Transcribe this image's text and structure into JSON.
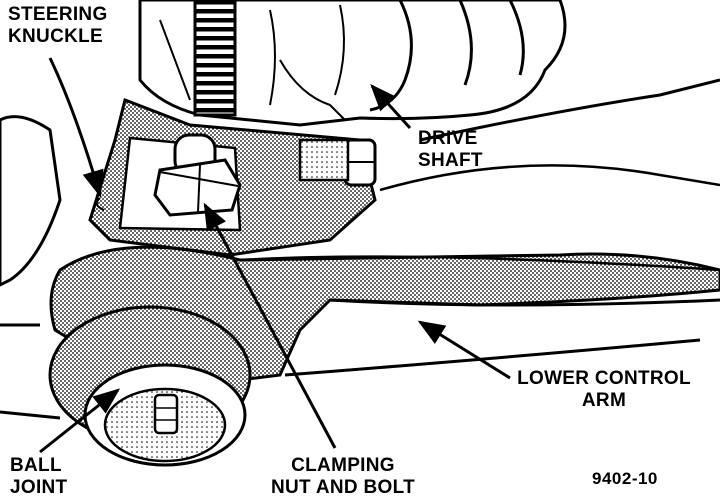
{
  "figure": {
    "number": "9402-10",
    "colors": {
      "ink": "#000000",
      "paper": "#ffffff",
      "shade": "#9a9a9a"
    }
  },
  "labels": {
    "steering_knuckle": [
      "STEERING",
      "KNUCKLE"
    ],
    "drive_shaft": [
      "DRIVE",
      "SHAFT"
    ],
    "lower_control_arm": [
      "LOWER CONTROL",
      "ARM"
    ],
    "ball_joint": [
      "BALL",
      "JOINT"
    ],
    "clamping_nut_and_bolt": [
      "CLAMPING",
      "NUT AND BOLT"
    ]
  }
}
